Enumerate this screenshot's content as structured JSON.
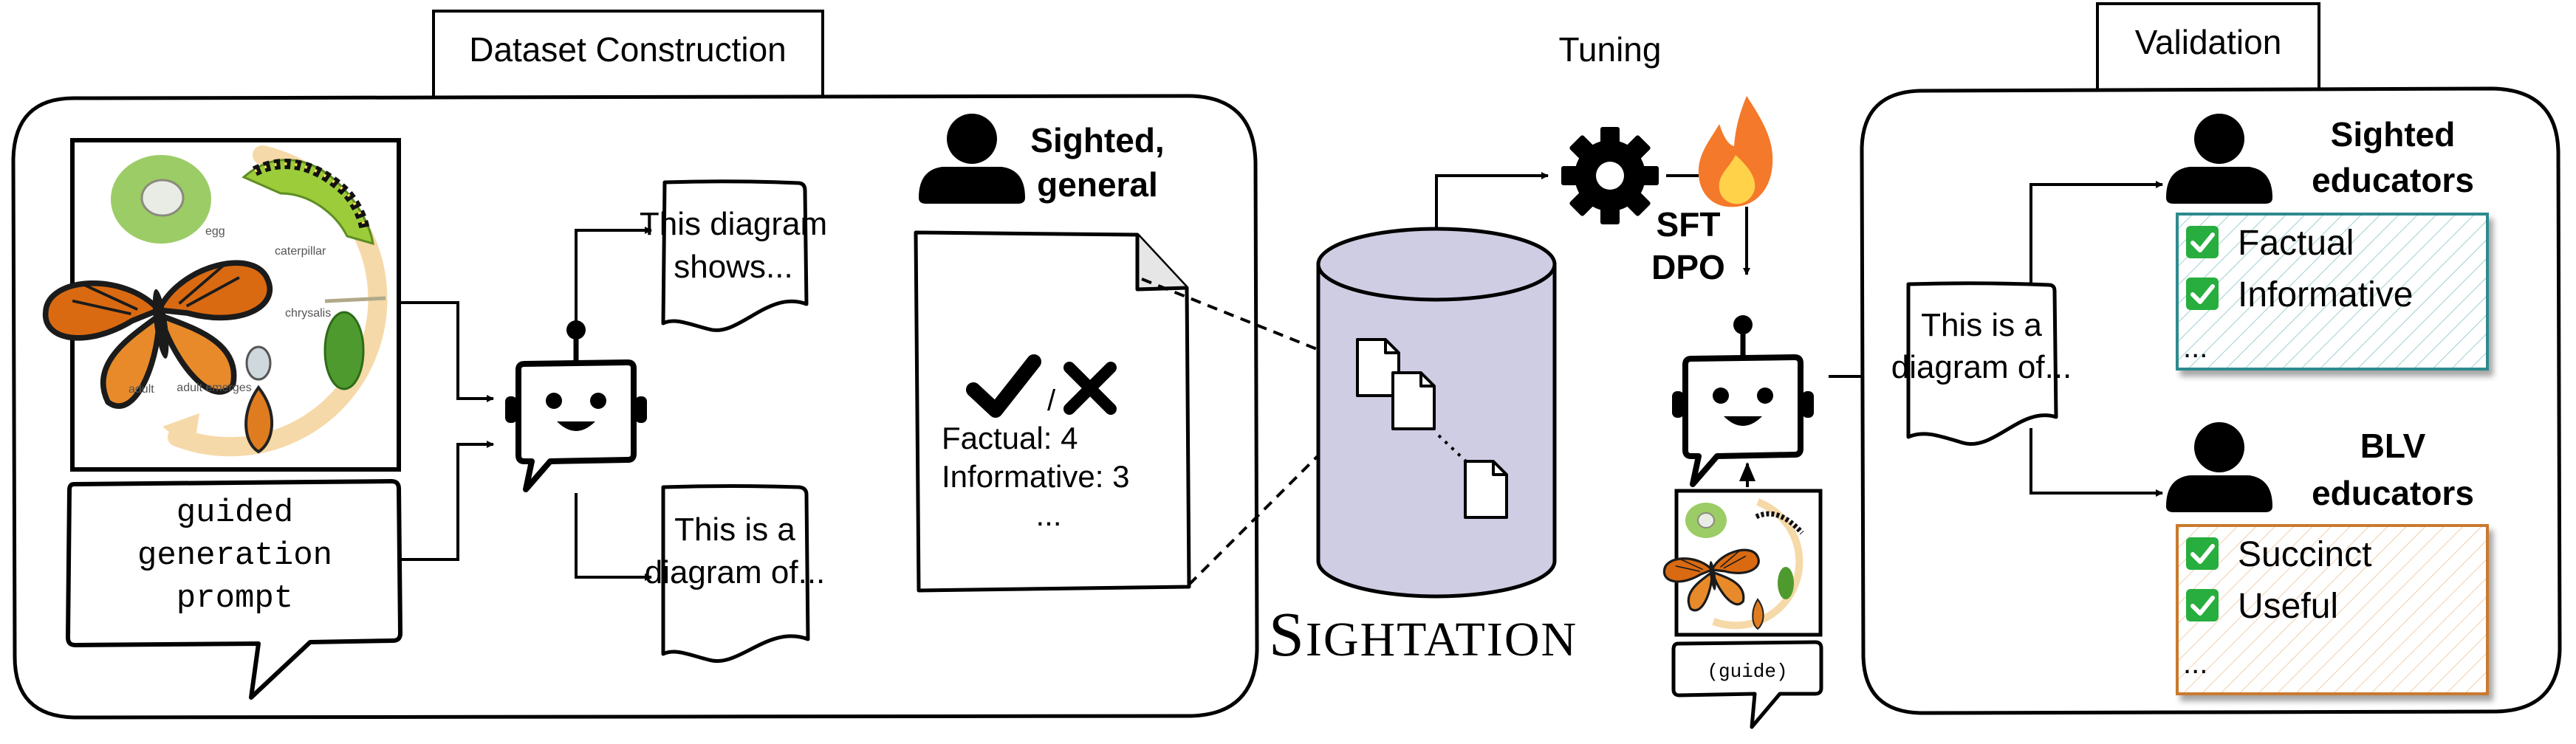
{
  "headers": {
    "dataset": "Dataset Construction",
    "tuning": "Tuning",
    "validation": "Validation"
  },
  "prompt_bubble": {
    "lines": [
      "guided",
      "generation",
      "prompt"
    ]
  },
  "lifecycle": {
    "labels": [
      "egg",
      "caterpillar",
      "chrysalis",
      "adult emerges",
      "adult"
    ]
  },
  "outputs": {
    "top": [
      "This diagram",
      "shows..."
    ],
    "bottom": [
      "This is a",
      "diagram of..."
    ]
  },
  "raters": {
    "dataset": [
      "Sighted,",
      "general"
    ],
    "sighted_educators": [
      "Sighted",
      "educators"
    ],
    "blv_educators": [
      "BLV",
      "educators"
    ]
  },
  "rating_doc": {
    "slash": "/",
    "factual": "Factual: 4",
    "informative": "Informative: 3",
    "ellipsis": "..."
  },
  "dataset_name": {
    "first": "S",
    "rest": "IGHTATION"
  },
  "tuning": {
    "sft": "SFT",
    "dpo": "DPO"
  },
  "small_bubble": "(guide)",
  "validation_caption": [
    "This is a",
    "diagram of..."
  ],
  "sighted_box": {
    "items": [
      "Factual",
      "Informative"
    ],
    "more": "..."
  },
  "blv_box": {
    "items": [
      "Succinct",
      "Useful"
    ],
    "more": "..."
  },
  "colors": {
    "teal": "#2e8a8e",
    "orange": "#c97a2e",
    "cylinder": "#cfcde3",
    "check": "#27ae3e",
    "flame_outer": "#f4792a",
    "flame_inner": "#ffd24a",
    "butterfly": "#d96a12"
  }
}
